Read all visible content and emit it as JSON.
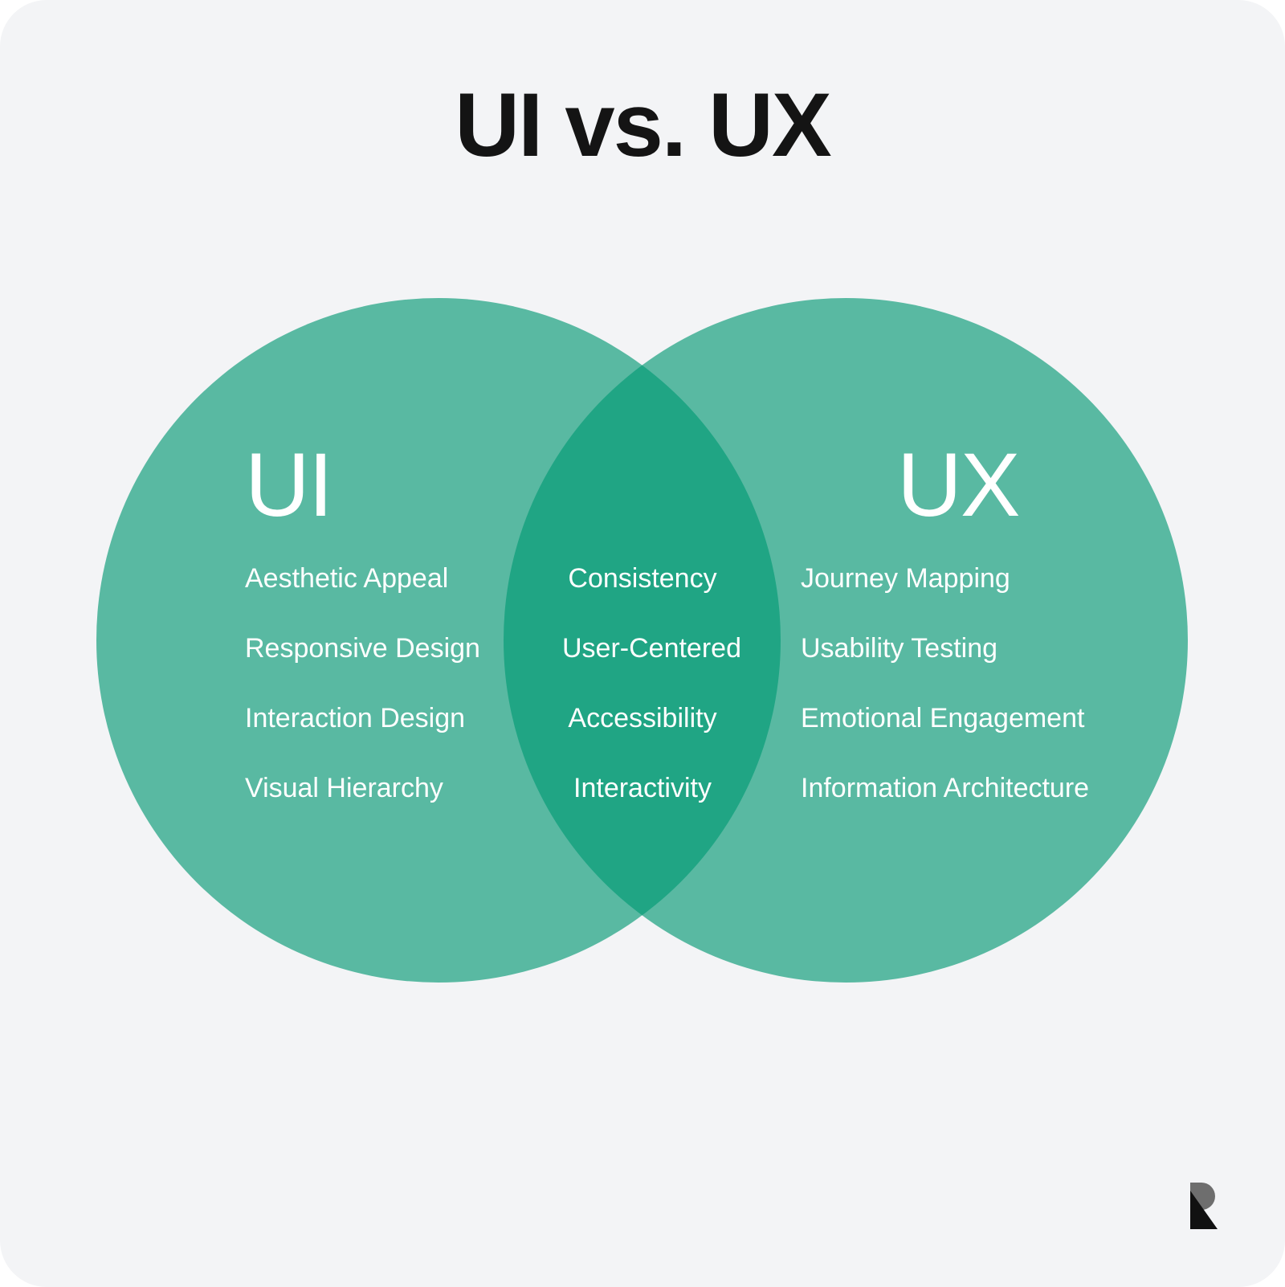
{
  "title": "UI vs. UX",
  "colors": {
    "background": "#f3f4f6",
    "circle": "#59b9a2",
    "overlap": "#20a584",
    "text_on_circle": "#ffffff",
    "title": "#141414"
  },
  "left_set": {
    "heading": "UI",
    "items": [
      "Aesthetic Appeal",
      "Responsive Design",
      "Interaction Design",
      "Visual Hierarchy"
    ]
  },
  "overlap": {
    "items": [
      "Consistency",
      "User-Centered",
      "Accessibility",
      "Interactivity"
    ]
  },
  "right_set": {
    "heading": "UX",
    "items": [
      "Journey Mapping",
      "Usability Testing",
      "Emotional Engagement",
      "Information Architecture"
    ]
  },
  "logo": {
    "icon": "brand-r-logo-icon"
  }
}
